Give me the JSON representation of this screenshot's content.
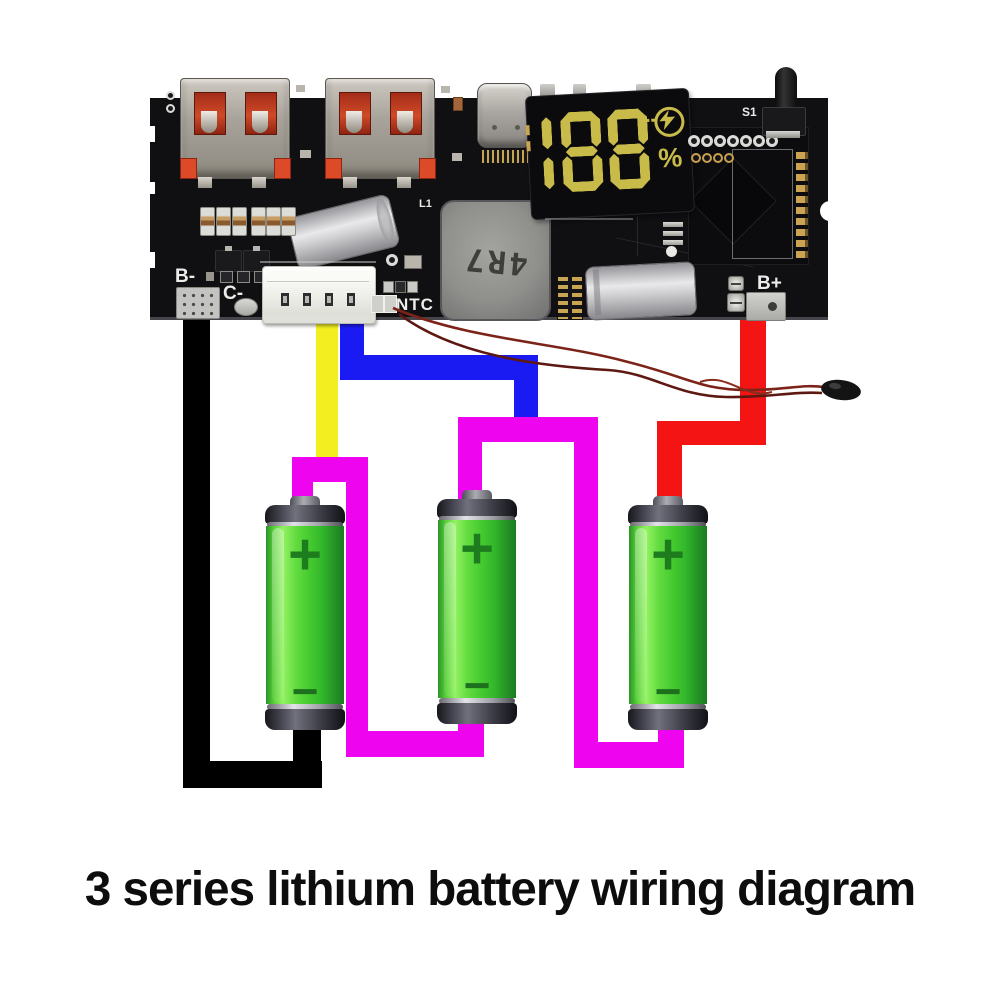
{
  "caption": "3 series lithium battery wiring diagram",
  "pcb": {
    "silkscreen": {
      "b_minus": "B-",
      "c_minus": "C-",
      "ntc": "NTC",
      "b_plus": "B+",
      "s1": "S1",
      "l1": "L1"
    },
    "display": {
      "value": "188",
      "unit": "%",
      "charge_icon": "lightning-circle-icon"
    },
    "inductor_marking": "4R7"
  },
  "batteries": [
    {
      "plus": "+",
      "minus": "−"
    },
    {
      "plus": "+",
      "minus": "−"
    },
    {
      "plus": "+",
      "minus": "−"
    }
  ],
  "colors": {
    "wire_black": "#000000",
    "wire_yellow": "#f2ee20",
    "wire_blue": "#1a1af2",
    "wire_magenta": "#ee04ee",
    "wire_red": "#f51414",
    "display_segment": "#c9bb4a",
    "pcb": "#101013"
  }
}
